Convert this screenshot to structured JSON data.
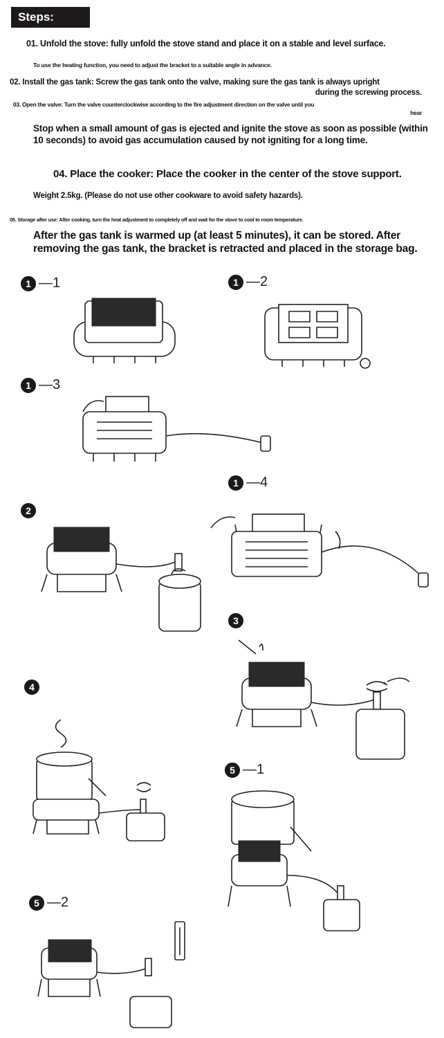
{
  "header": {
    "title": "Steps:"
  },
  "steps": {
    "s01": "01. Unfold the stove: fully unfold the stove stand and place it on a stable and level surface.",
    "s01_note": "To use the heating function, you need to adjust the bracket to a suitable angle in advance.",
    "s02_line1": "02. Install the gas tank: Screw the gas tank onto the valve, making sure the gas tank is always upright",
    "s02_line2": "during the screwing process.",
    "s03_line1": "03. Open the valve: Turn the valve counterclockwise according to the fire adjustment direction on the valve until you",
    "s03_line2": "hear",
    "s03_note": "Stop when a small amount of gas is ejected and ignite the stove as soon as possible (within 10 seconds) to avoid gas accumulation caused by not igniting for a long time.",
    "s04": "04. Place the cooker: Place the cooker in the center of the stove support.",
    "s04_note": "Weight 2.5kg. (Please do not use other cookware to avoid safety hazards).",
    "s05": "05. Storage after use: After cooking, turn the heat adjustment to completely off and wait for the stove to cool to room temperature.",
    "s05_note": "After the gas tank is warmed up (at least 5 minutes), it can be stored. After removing the gas tank, the bracket is retracted and placed in the storage bag."
  },
  "figures": [
    {
      "num": "1",
      "sub": "—1"
    },
    {
      "num": "1",
      "sub": "—2"
    },
    {
      "num": "1",
      "sub": "—3"
    },
    {
      "num": "1",
      "sub": "—4"
    },
    {
      "num": "2",
      "sub": ""
    },
    {
      "num": "3",
      "sub": ""
    },
    {
      "num": "4",
      "sub": ""
    },
    {
      "num": "5",
      "sub": "—1"
    },
    {
      "num": "5",
      "sub": "—2"
    }
  ]
}
